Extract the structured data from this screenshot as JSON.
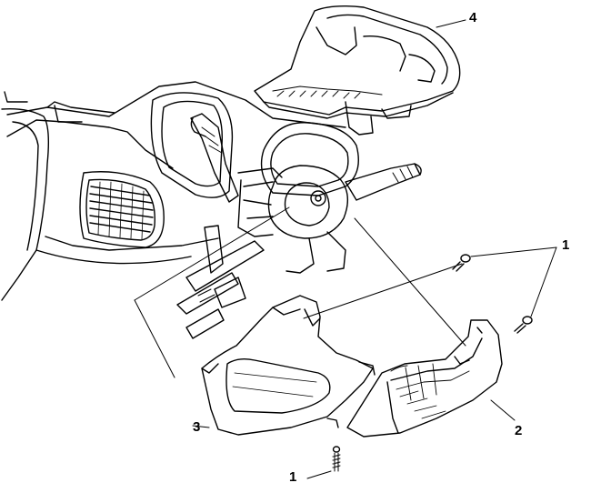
{
  "callouts": {
    "fastener_top_right": "1",
    "fastener_bottom": "1",
    "lower_cover_right": "2",
    "lower_cover_left": "3",
    "upper_trim_cover": "4"
  },
  "colors": {
    "line": "#000000",
    "background": "#ffffff",
    "fill": "#ffffff"
  }
}
